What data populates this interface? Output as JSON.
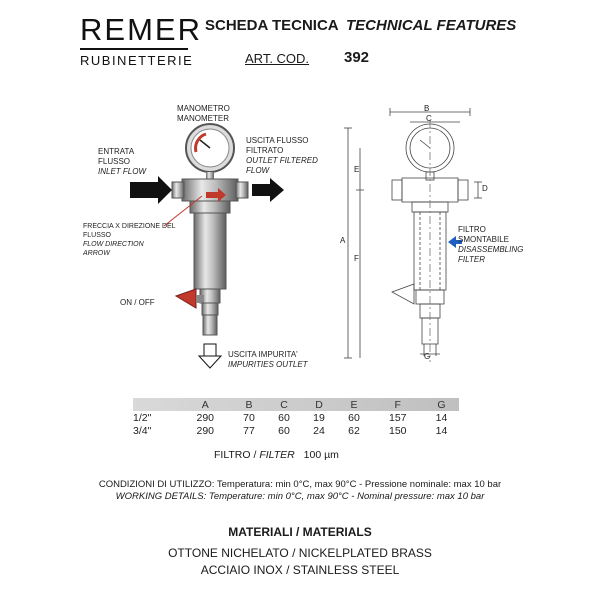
{
  "header": {
    "brand": "REMER",
    "brand_sub": "RUBINETTERIE",
    "title_it": "SCHEDA TECNICA",
    "title_en": "TECHNICAL FEATURES",
    "art_label": "ART. COD.",
    "art_code": "392"
  },
  "labels": {
    "manometer_it": "MANOMETRO",
    "manometer_en": "MANOMETER",
    "inlet_it_1": "ENTRATA",
    "inlet_it_2": "FLUSSO",
    "inlet_en": "INLET FLOW",
    "outlet_it_1": "USCITA FLUSSO",
    "outlet_it_2": "FILTRATO",
    "outlet_en_1": "OUTLET FILTERED",
    "outlet_en_2": "FLOW",
    "arrow_it_1": "FRECCIA X DIREZIONE DEL",
    "arrow_it_2": "FLUSSO",
    "arrow_en_1": "FLOW DIRECTION",
    "arrow_en_2": "ARROW",
    "onoff": "ON / OFF",
    "impurity_it": "USCITA IMPURITA'",
    "impurity_en": "IMPURITIES OUTLET",
    "filter_it_1": "FILTRO",
    "filter_it_2": "SMONTABILE",
    "filter_en_1": "DISASSEMBLING",
    "filter_en_2": "FILTER",
    "dim_B": "B",
    "dim_C": "C",
    "dim_D": "D",
    "dim_E": "E",
    "dim_F": "F",
    "dim_A": "A",
    "dim_G": "G"
  },
  "table": {
    "headers": [
      "",
      "A",
      "B",
      "C",
      "D",
      "E",
      "F",
      "G"
    ],
    "rows": [
      [
        "1/2\"",
        "290",
        "70",
        "60",
        "19",
        "60",
        "157",
        "14"
      ],
      [
        "3/4\"",
        "290",
        "77",
        "60",
        "24",
        "62",
        "150",
        "14"
      ]
    ]
  },
  "filter": {
    "label": "FILTRO /",
    "label_en": "FILTER",
    "value": "100 µm"
  },
  "conditions": {
    "it": "CONDIZIONI DI UTILIZZO: Temperatura: min 0°C, max 90°C - Pressione nominale: max  10 bar",
    "en": "WORKING DETAILS: Temperature: min 0°C, max 90°C - Nominal pressure: max 10 bar"
  },
  "materials": {
    "title": "MATERIALI / MATERIALS",
    "items": [
      "OTTONE NICHELATO / NICKELPLATED BRASS",
      "ACCIAIO INOX / STAINLESS STEEL"
    ]
  }
}
